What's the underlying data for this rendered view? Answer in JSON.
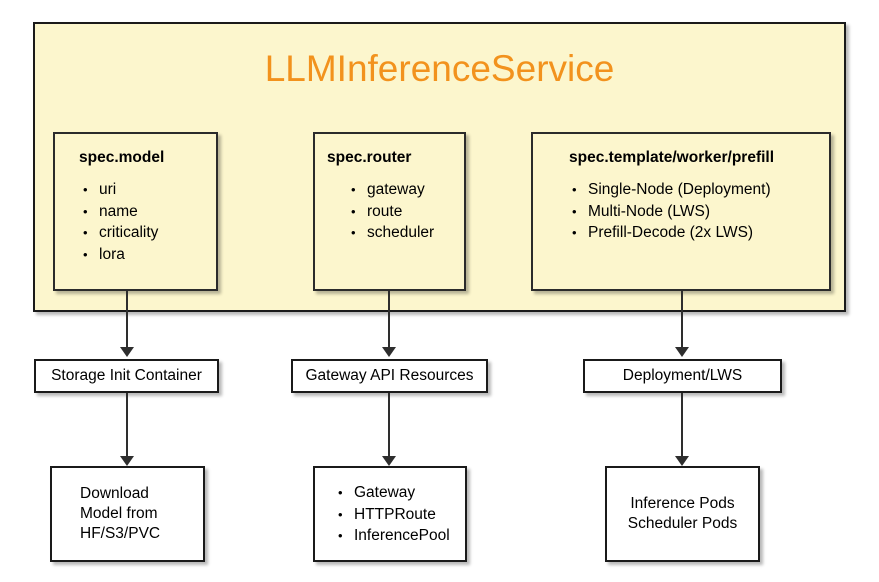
{
  "diagram": {
    "title": "LLMInferenceService",
    "title_color": "#f2921d",
    "container_fill": "#fcf6cd",
    "box_fill": "#ffffff",
    "border_color": "#1a1a1a",
    "spec_boxes": [
      {
        "heading": "spec.model",
        "items": [
          "uri",
          "name",
          "criticality",
          "lora"
        ]
      },
      {
        "heading": "spec.router",
        "items": [
          "gateway",
          "route",
          "scheduler"
        ]
      },
      {
        "heading": "spec.template/worker/prefill",
        "items": [
          "Single-Node (Deployment)",
          "Multi-Node (LWS)",
          "Prefill-Decode (2x LWS)"
        ]
      }
    ],
    "middle_boxes": [
      {
        "label": "Storage Init Container"
      },
      {
        "label": "Gateway API Resources"
      },
      {
        "label": "Deployment/LWS"
      }
    ],
    "bottom_boxes": [
      {
        "kind": "text",
        "label": "Download\nModel from\nHF/S3/PVC"
      },
      {
        "kind": "list",
        "items": [
          "Gateway",
          "HTTPRoute",
          "InferencePool"
        ]
      },
      {
        "kind": "text",
        "label": "Inference Pods\nScheduler Pods"
      }
    ]
  }
}
